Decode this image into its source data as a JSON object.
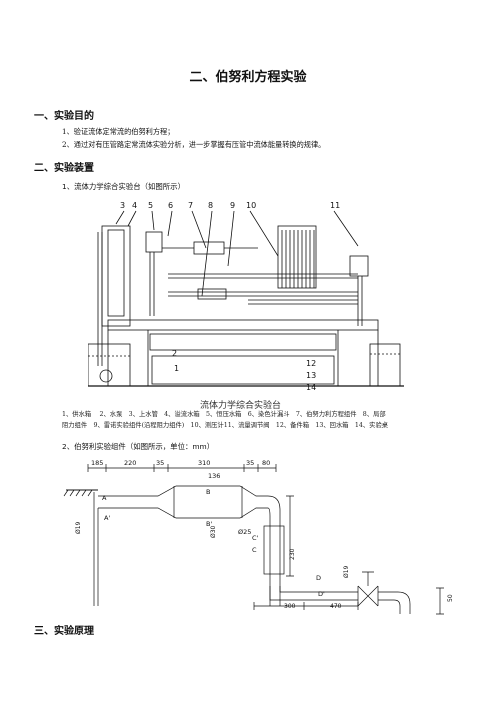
{
  "title": "二、伯努利方程实验",
  "sections": {
    "purpose": {
      "heading": "一、实验目的",
      "items": [
        "1、验证流体定常流的伯努利方程；",
        "2、通过对有压管路定常流体实验分析，进一步掌握有压管中流体能量转换的规律。"
      ]
    },
    "apparatus": {
      "heading": "二、实验装置",
      "sub1": "1、流体力学综合实验台（如图所示）",
      "figure1": {
        "title": "流体力学综合实验台",
        "callouts": [
          "3",
          "4",
          "5",
          "6",
          "7",
          "8",
          "9",
          "10",
          "11",
          "2",
          "1",
          "12",
          "13",
          "14"
        ]
      },
      "legend_line1": "1、供水箱　 2、水泵　3、上水管　4、溢流水箱　5、恒压水箱　6、染色计漏斗　7、伯努力利方程组件　8、局部",
      "legend_line2": "阻力组件　9、雷诺实验组件(沿程阻力组件)　10、测压计11、流量调节阀　12、备件箱　13、回水箱　14、实验桌",
      "sub2": "2、伯努利实验组件（如图所示，单位：mm）",
      "figure2": {
        "dims_top": [
          "185",
          "220",
          "35",
          "310",
          "35",
          "80"
        ],
        "dim_136": "136",
        "dim_left_pipe": "Ø19",
        "dim_b_pipe": "Ø30",
        "dim_c_pipe": "Ø25",
        "dim_vert": "230",
        "dim_right_pipe": "Ø19",
        "dims_bottom": [
          "300",
          "470"
        ],
        "dim_outlet": "50",
        "points": [
          "A",
          "A'",
          "B",
          "B'",
          "C",
          "C'",
          "D",
          "D'"
        ]
      }
    },
    "principle": {
      "heading": "三、实验原理"
    }
  }
}
